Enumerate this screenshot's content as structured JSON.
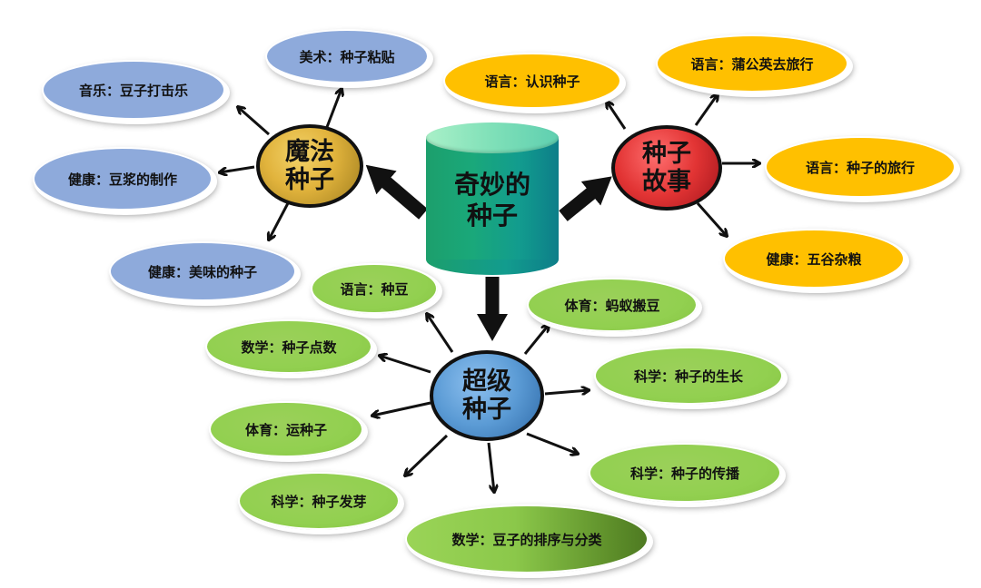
{
  "center": {
    "label_line1": "奇妙的",
    "label_line2": "种子"
  },
  "hubs": {
    "magic": {
      "line1": "魔法",
      "line2": "种子"
    },
    "story": {
      "line1": "种子",
      "line2": "故事"
    },
    "super": {
      "line1": "超级",
      "line2": "种子"
    }
  },
  "magic_items": [
    {
      "label": "美术：种子粘贴"
    },
    {
      "label": "音乐：豆子打击乐"
    },
    {
      "label": "健康：豆浆的制作"
    },
    {
      "label": "健康：美味的种子"
    }
  ],
  "story_items": [
    {
      "label": "语言：认识种子"
    },
    {
      "label": "语言：蒲公英去旅行"
    },
    {
      "label": "语言：种子的旅行"
    },
    {
      "label": "健康：五谷杂粮"
    }
  ],
  "super_items": [
    {
      "label": "语言：种豆"
    },
    {
      "label": "体育：蚂蚁搬豆"
    },
    {
      "label": "数学：种子点数"
    },
    {
      "label": "科学：种子的生长"
    },
    {
      "label": "体育：运种子"
    },
    {
      "label": "科学：种子的传播"
    },
    {
      "label": "科学：种子发芽"
    },
    {
      "label": "数学：豆子的排序与分类"
    }
  ],
  "colors": {
    "magic_leaf": "#8eaadb",
    "story_leaf": "#ffc000",
    "super_leaf": "#92d050",
    "magic_hub": "#e1b33c",
    "story_hub": "#e23434",
    "super_hub": "#5b9bd5",
    "center": "#129c8e"
  }
}
